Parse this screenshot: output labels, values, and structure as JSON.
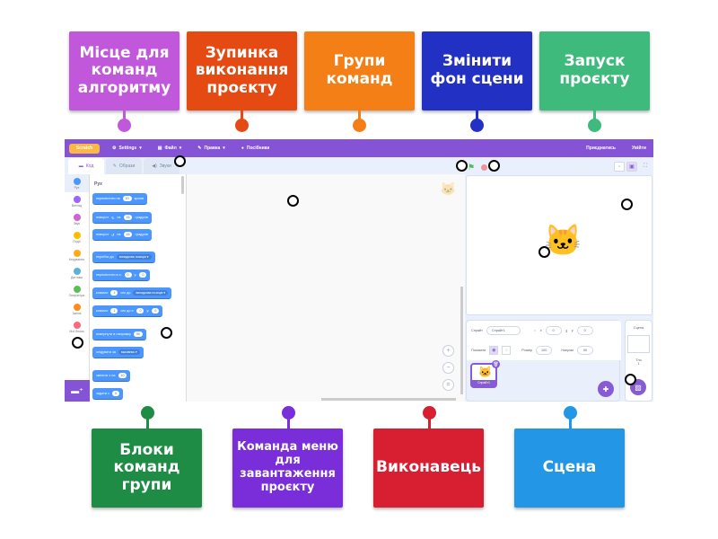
{
  "labels_top": [
    {
      "text": "Місце для команд алгоритму",
      "color": "#c158dc"
    },
    {
      "text": "Зупинка виконання проєкту",
      "color": "#e44a12"
    },
    {
      "text": "Групи команд",
      "color": "#f57f17"
    },
    {
      "text": "Змінити фон сцени",
      "color": "#2330c4"
    },
    {
      "text": "Запуск проєкту",
      "color": "#3dba7c"
    }
  ],
  "labels_bottom": [
    {
      "text": "Блоки команд групи",
      "color": "#1e8c45"
    },
    {
      "text": "Команда меню для завантаження проєкту",
      "color": "#7a2ed9"
    },
    {
      "text": "Виконавець",
      "color": "#d81f32"
    },
    {
      "text": "Сцена",
      "color": "#2496e6"
    }
  ],
  "scratch": {
    "logo": "Scratch",
    "menu": {
      "settings": "Settings",
      "file": "Файл",
      "edit": "Правка",
      "tutorials": "Посібники",
      "join": "Приєднатись",
      "signin": "Увійти"
    },
    "tabs": {
      "code": "Код",
      "costumes": "Образи",
      "sounds": "Звуки"
    },
    "categories": [
      {
        "label": "Рух",
        "color": "#4c97ff"
      },
      {
        "label": "Вигляд",
        "color": "#9966ff"
      },
      {
        "label": "Звук",
        "color": "#cf63cf"
      },
      {
        "label": "Події",
        "color": "#ffbf00"
      },
      {
        "label": "Керування",
        "color": "#ffab19"
      },
      {
        "label": "Датчики",
        "color": "#5cb1d6"
      },
      {
        "label": "Оператори",
        "color": "#59c059"
      },
      {
        "label": "Змінні",
        "color": "#ff8c1a"
      },
      {
        "label": "Мої блоки",
        "color": "#ff6680"
      }
    ],
    "palette_title": "Рух",
    "blocks": [
      {
        "parts": [
          "перемістити на",
          "[10]",
          "кроків"
        ]
      },
      {
        "parts": [
          "поворот",
          "↻",
          "на",
          "[15]",
          "градусів"
        ]
      },
      {
        "parts": [
          "поворот",
          "↺",
          "на",
          "[15]",
          "градусів"
        ]
      },
      {
        "parts": [
          "перейти до",
          "{випадкова позиція ▾}"
        ]
      },
      {
        "parts": [
          "перемістити в x:",
          "[0]",
          "y:",
          "[0]"
        ]
      },
      {
        "parts": [
          "ковзати",
          "[1]",
          "сек до",
          "{випадкова позиція ▾}"
        ]
      },
      {
        "parts": [
          "ковзати",
          "[1]",
          "сек до x:",
          "[0]",
          "y:",
          "[0]"
        ]
      },
      {
        "parts": [
          "повернути в напрямку",
          "[90]"
        ]
      },
      {
        "parts": [
          "слідувати за",
          "{вказівник ▾}"
        ]
      },
      {
        "parts": [
          "змінити x на",
          "[10]"
        ]
      },
      {
        "parts": [
          "задати x",
          "[0]"
        ]
      }
    ],
    "sprite_info": {
      "sprite_label": "Спрайт",
      "sprite_name": "Спрайт1",
      "x_label": "x",
      "x_value": "0",
      "y_label": "y",
      "y_value": "0",
      "show_label": "Показати",
      "size_label": "Розмір",
      "size_value": "100",
      "direction_label": "Напрям",
      "direction_value": "90"
    },
    "sprite_thumb_label": "Спрайт1",
    "stage_pane": {
      "title": "Сцена",
      "backdrops_label": "Тло",
      "backdrops_count": "1"
    }
  }
}
